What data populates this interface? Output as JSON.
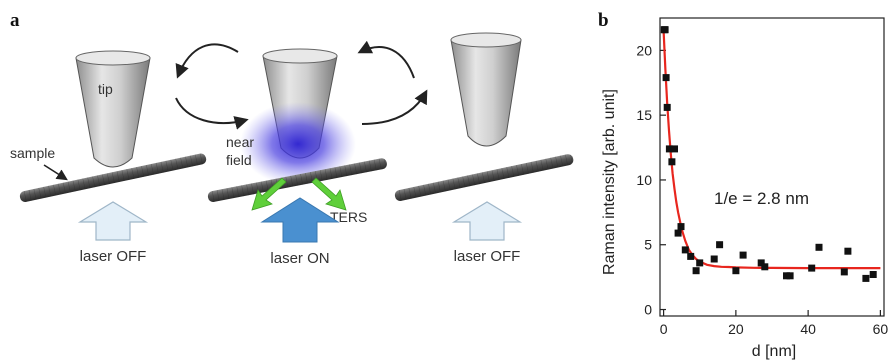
{
  "figure": {
    "panel_a": {
      "letter": "a",
      "labels": {
        "tip": "tip",
        "sample": "sample",
        "near_field_line1": "near",
        "near_field_line2": "field",
        "ters": "TERS"
      },
      "lasers": [
        {
          "label": "laser OFF",
          "state": "off"
        },
        {
          "label": "laser ON",
          "state": "on"
        },
        {
          "label": "laser OFF",
          "state": "off"
        }
      ],
      "colors": {
        "tip": "#c8c8c8",
        "sample": "#4a4a4a",
        "near_field": "#3b2fd6",
        "laser_on": "#4a90d0",
        "laser_off": "#e3eff8",
        "ters_arrows": "#5fcf3a"
      }
    },
    "panel_b": {
      "letter": "b",
      "annotation": "1/e = 2.8 nm"
    }
  },
  "chart_data": {
    "type": "scatter",
    "xlabel": "d [nm]",
    "ylabel": "Raman intensity [arb. unit]",
    "xlim": [
      -1,
      61
    ],
    "ylim": [
      -0.5,
      22.5
    ],
    "x_ticks": [
      0,
      20,
      40,
      60
    ],
    "y_ticks": [
      0,
      5,
      10,
      15,
      20
    ],
    "grid": false,
    "points": {
      "x": [
        0.2,
        0.4,
        0.7,
        1.0,
        1.6,
        2.3,
        3.0,
        4.0,
        4.8,
        6.0,
        7.5,
        9.0,
        10.0,
        14.0,
        15.5,
        20.0,
        22.0,
        27.0,
        28.0,
        34.0,
        35.0,
        41.0,
        43.0,
        50.0,
        51.0,
        56.0,
        58.0
      ],
      "y": [
        21.6,
        21.6,
        17.9,
        15.6,
        12.4,
        11.4,
        12.4,
        5.9,
        6.4,
        4.6,
        4.1,
        3.0,
        3.6,
        3.9,
        5.0,
        3.0,
        4.2,
        3.6,
        3.3,
        2.6,
        2.6,
        3.2,
        4.8,
        2.9,
        4.5,
        2.4,
        2.7
      ]
    },
    "fit": {
      "color": "#e8261e",
      "x": [
        0,
        0.5,
        1,
        1.5,
        2,
        2.5,
        3,
        3.5,
        4,
        5,
        6,
        7,
        8,
        9,
        10,
        12,
        14,
        16,
        18,
        20,
        25,
        30,
        40,
        50,
        60
      ],
      "y": [
        21.5,
        18.5,
        15.9,
        13.8,
        12.0,
        10.5,
        9.3,
        8.3,
        7.5,
        6.2,
        5.3,
        4.6,
        4.2,
        3.9,
        3.7,
        3.45,
        3.35,
        3.3,
        3.28,
        3.25,
        3.22,
        3.21,
        3.2,
        3.2,
        3.2
      ]
    },
    "marker_color": "#111111"
  }
}
